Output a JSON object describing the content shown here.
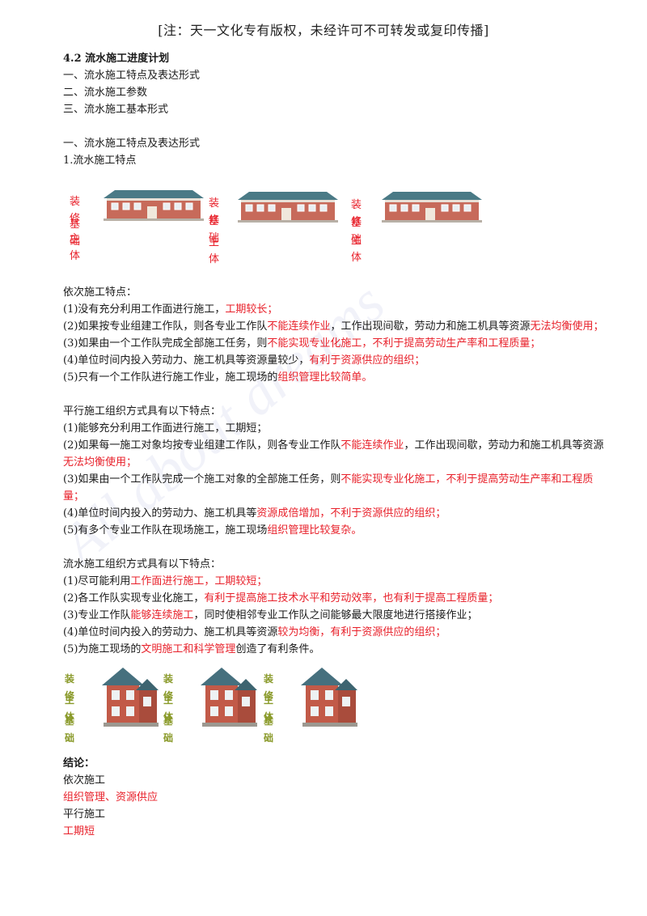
{
  "notice": "[注：天一文化专有版权，未经许可不可转发或复印传播]",
  "heading": "4.2 流水施工进度计划",
  "toc": [
    "一、流水施工特点及表达形式",
    "二、流水施工参数",
    "三、流水施工基本形式"
  ],
  "section1": "一、流水施工特点及表达形式",
  "sub1": "1.流水施工特点",
  "figure1": {
    "groups": [
      {
        "top": "装修",
        "middle": "基础",
        "bottom": "主体"
      },
      {
        "top": "装修",
        "middle": "基础",
        "bottom": "主体"
      },
      {
        "top": "装修",
        "middle": "基础",
        "bottom": "主体"
      }
    ]
  },
  "seq": {
    "title": "依次施工特点：",
    "items": [
      {
        "a": "(1)没有充分利用工作面进行施工，",
        "r": "工期较长；",
        "b": ""
      },
      {
        "a": "(2)如果按专业组建工作队，则各专业工作队",
        "r": "不能连续作业",
        "b": "，工作出现间歇，劳动力和施工机具等资源",
        "r2": "无法均衡使用；"
      },
      {
        "a": "(3)如果由一个工作队完成全部施工任务，则",
        "r": "不能实现专业化施工，不利于提高劳动生产率和工程质量；",
        "b": ""
      },
      {
        "a": "(4)单位时间内投入劳动力、施工机具等资源量较少，",
        "r": "有利于资源供应的组织；",
        "b": ""
      },
      {
        "a": "(5)只有一个工作队进行施工作业，施工现场的",
        "r": "组织管理比较简单。",
        "b": ""
      }
    ]
  },
  "par": {
    "title": "平行施工组织方式具有以下特点：",
    "items": [
      {
        "a": "(1)能够充分利用工作面进行施工，工期短；",
        "r": "",
        "b": ""
      },
      {
        "a": "(2)如果每一施工对象均按专业组建工作队，则各专业工作队",
        "r": "不能连续作业",
        "b": "，工作出现间歇，劳动力和施工机具等资源",
        "r2": "无法均衡使用；"
      },
      {
        "a": "(3)如果由一个工作队完成一个施工对象的全部施工任务，则",
        "r": "不能实现专业化施工，不利于提高劳动生产率和工程质量；",
        "b": ""
      },
      {
        "a": "(4)单位时间内投入的劳动力、施工机具等",
        "r": "资源成倍增加，不利于资源供应的组织；",
        "b": ""
      },
      {
        "a": "(5)有多个专业工作队在现场施工，施工现场",
        "r": "组织管理比较复杂。",
        "b": ""
      }
    ]
  },
  "flow": {
    "title": "流水施工组织方式具有以下特点：",
    "items": [
      {
        "a": "(1)尽可能利用",
        "r": "工作面进行施工，工期较短；",
        "b": ""
      },
      {
        "a": "(2)各工作队实现专业化施工，",
        "r": "有利于提高施工技术水平和劳动效率，也有利于提高工程质量；",
        "b": ""
      },
      {
        "a": "(3)专业工作队",
        "r": "能够连续施工",
        "b": "，同时使相邻专业工作队之间能够最大限度地进行搭接作业；"
      },
      {
        "a": "(4)单位时间内投入的劳动力、施工机具等资源",
        "r": "较为均衡，有利于资源供应的组织；",
        "b": ""
      },
      {
        "a": "(5)为施工现场的",
        "r": "文明施工和科学管理",
        "b": "创造了有利条件。"
      }
    ]
  },
  "figure2": {
    "groups": [
      {
        "top": "装修",
        "middle": "主体",
        "bottom": "基础"
      },
      {
        "top": "装修",
        "middle": "主体",
        "bottom": "基础"
      },
      {
        "top": "装修",
        "middle": "主体",
        "bottom": "基础"
      }
    ]
  },
  "conclusion": {
    "title": "结论：",
    "lines": [
      {
        "text": "依次施工",
        "red": false
      },
      {
        "text": "组织管理、资源供应",
        "red": true
      },
      {
        "text": "平行施工",
        "red": false
      },
      {
        "text": "工期短",
        "red": true
      }
    ]
  },
  "watermark": "All about dreams"
}
